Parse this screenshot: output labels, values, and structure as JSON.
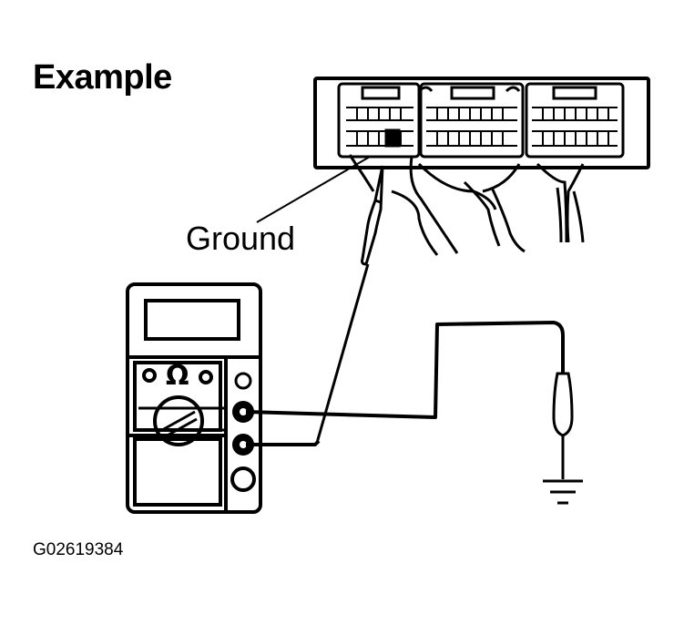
{
  "title": "Example",
  "callout_label": "Ground",
  "figure_id": "G02619384",
  "meter_symbol": "Ω",
  "colors": {
    "ink": "#000000",
    "background": "#ffffff"
  }
}
